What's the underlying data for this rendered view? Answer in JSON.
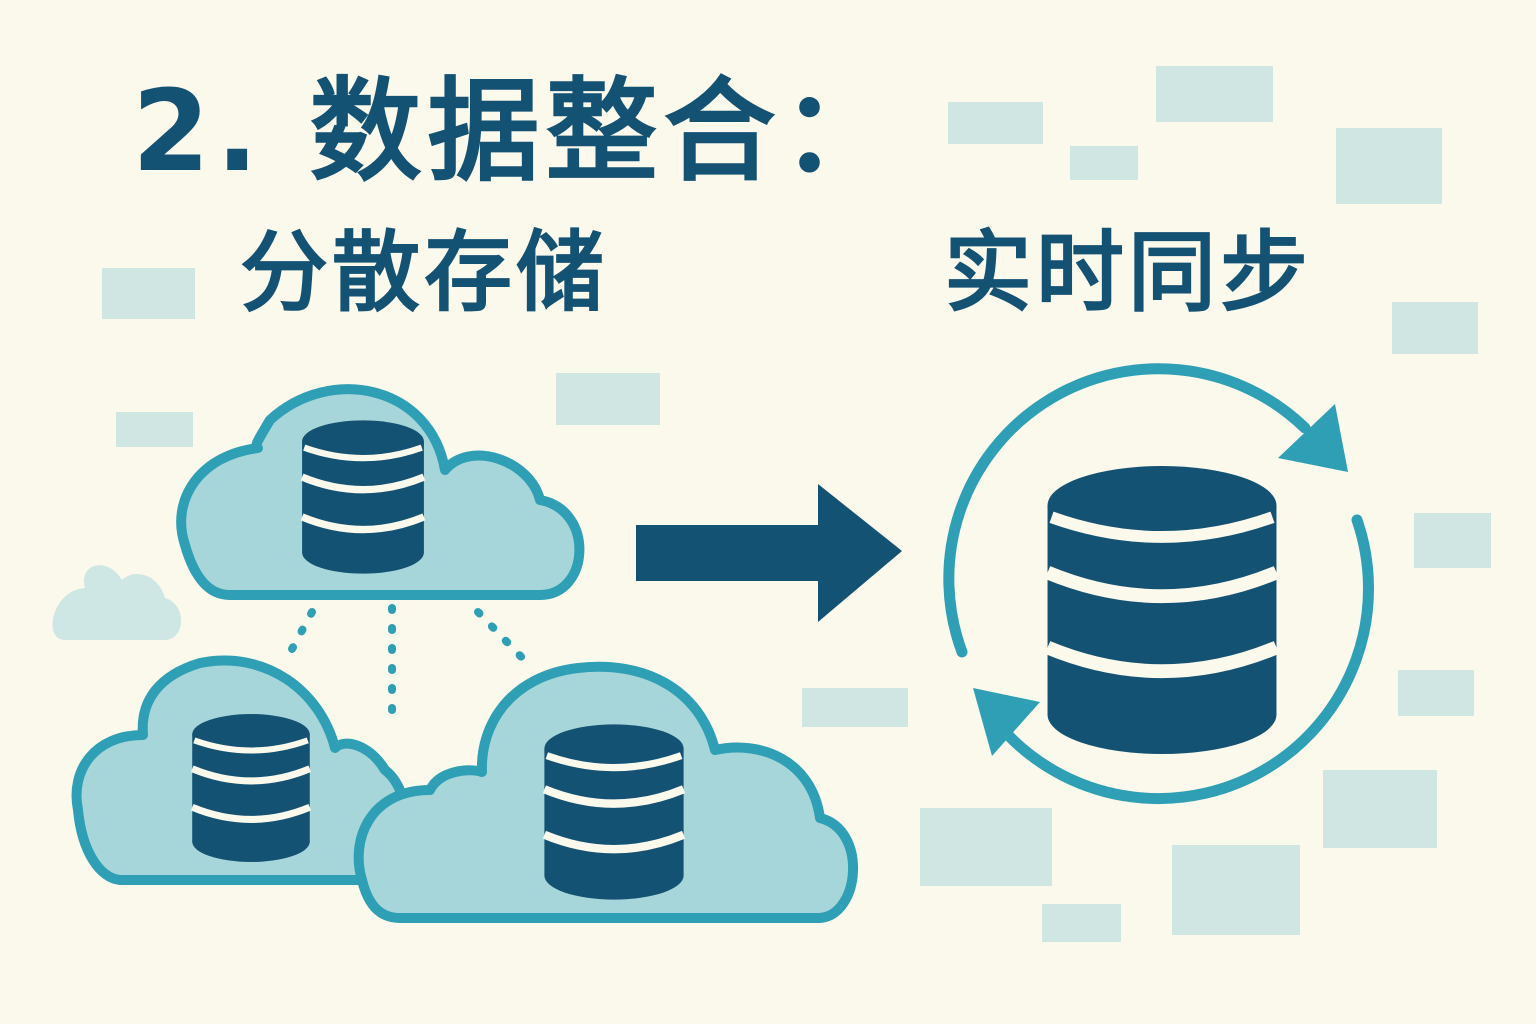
{
  "title": "2. 数据整合：",
  "left_label": "分散存储",
  "right_label": "实时同步",
  "colors": {
    "background": "#fbf8ec",
    "dark_blue": "#135273",
    "teal": "#2f9fb5",
    "cloud_fill": "#a6d6d9",
    "light_cloud": "#cfe7e4",
    "light_block": "#cfe6e2"
  },
  "icons": {
    "cloud": "cloud-icon",
    "database": "database-icon",
    "arrow": "arrow-right-icon",
    "sync": "sync-icon"
  }
}
